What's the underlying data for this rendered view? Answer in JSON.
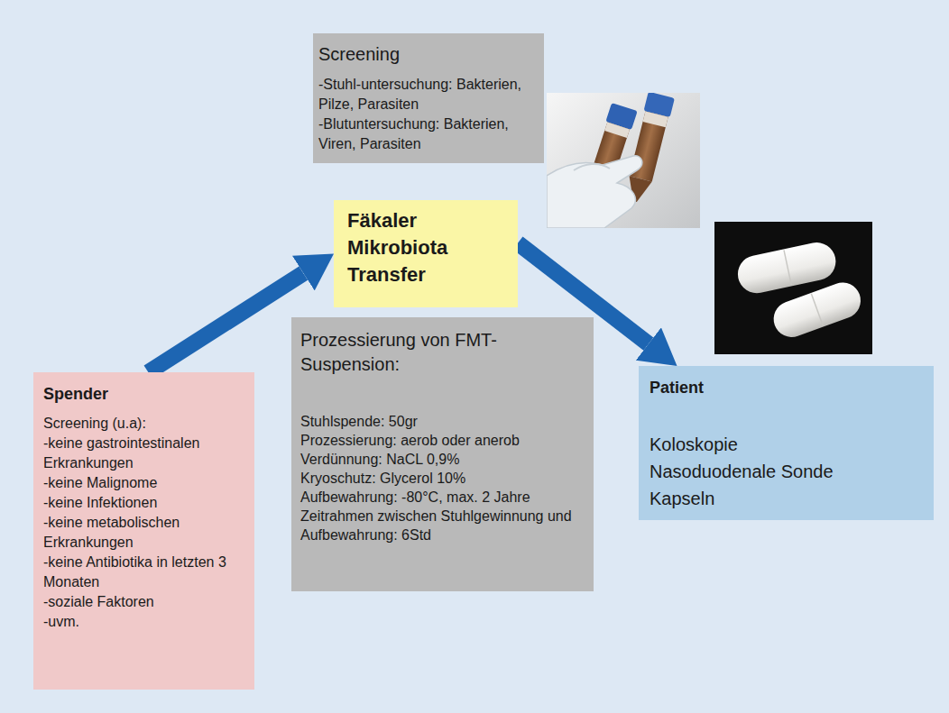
{
  "diagram": {
    "nodes": [
      {
        "text": [
          "Screening",
          "-Stuhl-untersuchung: Bakterien, Pilze, Parasiten",
          "-Blutuntersuchung: Bakterien, Viren, Parasiten"
        ]
      },
      {
        "text": [
          "Fäkaler Mikrobiota Transfer"
        ]
      },
      {
        "text": [
          "Prozessierung von FMT-Suspension:",
          "Stuhlspende: 50gr",
          "Prozessierung: aerob oder anerob",
          "Verdünnung: NaCL 0,9%",
          "Kryoschutz: Glycerol 10%",
          "Aufbewahrung: -80°C, max. 2 Jahre",
          "Zeitrahmen zwischen Stuhlgewinnung und Aufbewahrung: 6Std"
        ]
      },
      {
        "text": [
          "Spender",
          "Screening (u.a):",
          "-keine gastrointestinalen Erkrankungen",
          "-keine Malignome",
          "-keine Infektionen",
          "-keine metabolischen Erkrankungen",
          "-keine Antibiotika in letzten 3 Monaten",
          "-soziale Faktoren",
          "-uvm."
        ]
      },
      {
        "text": [
          "Patient",
          "Koloskopie",
          "Nasoduodenale Sonde",
          "Kapseln"
        ]
      }
    ],
    "edges": [
      {
        "from": 3,
        "to": 1,
        "arrow": "to"
      },
      {
        "from": 1,
        "to": 4,
        "arrow": "to"
      }
    ]
  }
}
